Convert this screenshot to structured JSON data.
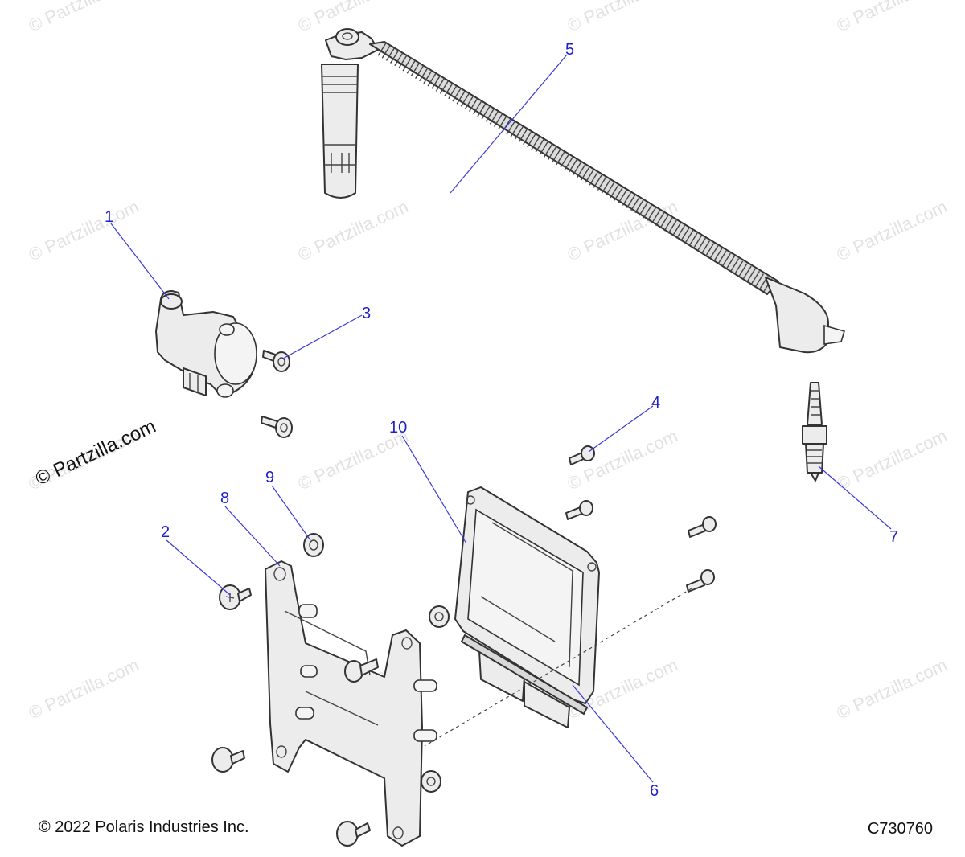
{
  "watermark": "© Partzilla.com",
  "brand_mark": "© Partzilla.com",
  "callouts": [
    "1",
    "2",
    "3",
    "4",
    "5",
    "6",
    "7",
    "8",
    "9",
    "10"
  ],
  "footer": {
    "copyright": "© 2022 Polaris Industries Inc.",
    "drawing_number": "C730760"
  },
  "colors": {
    "callout": "#1f1fd0",
    "leader": "#3a3ad8",
    "line_art": "#333333",
    "part_fill": "#ececec"
  }
}
